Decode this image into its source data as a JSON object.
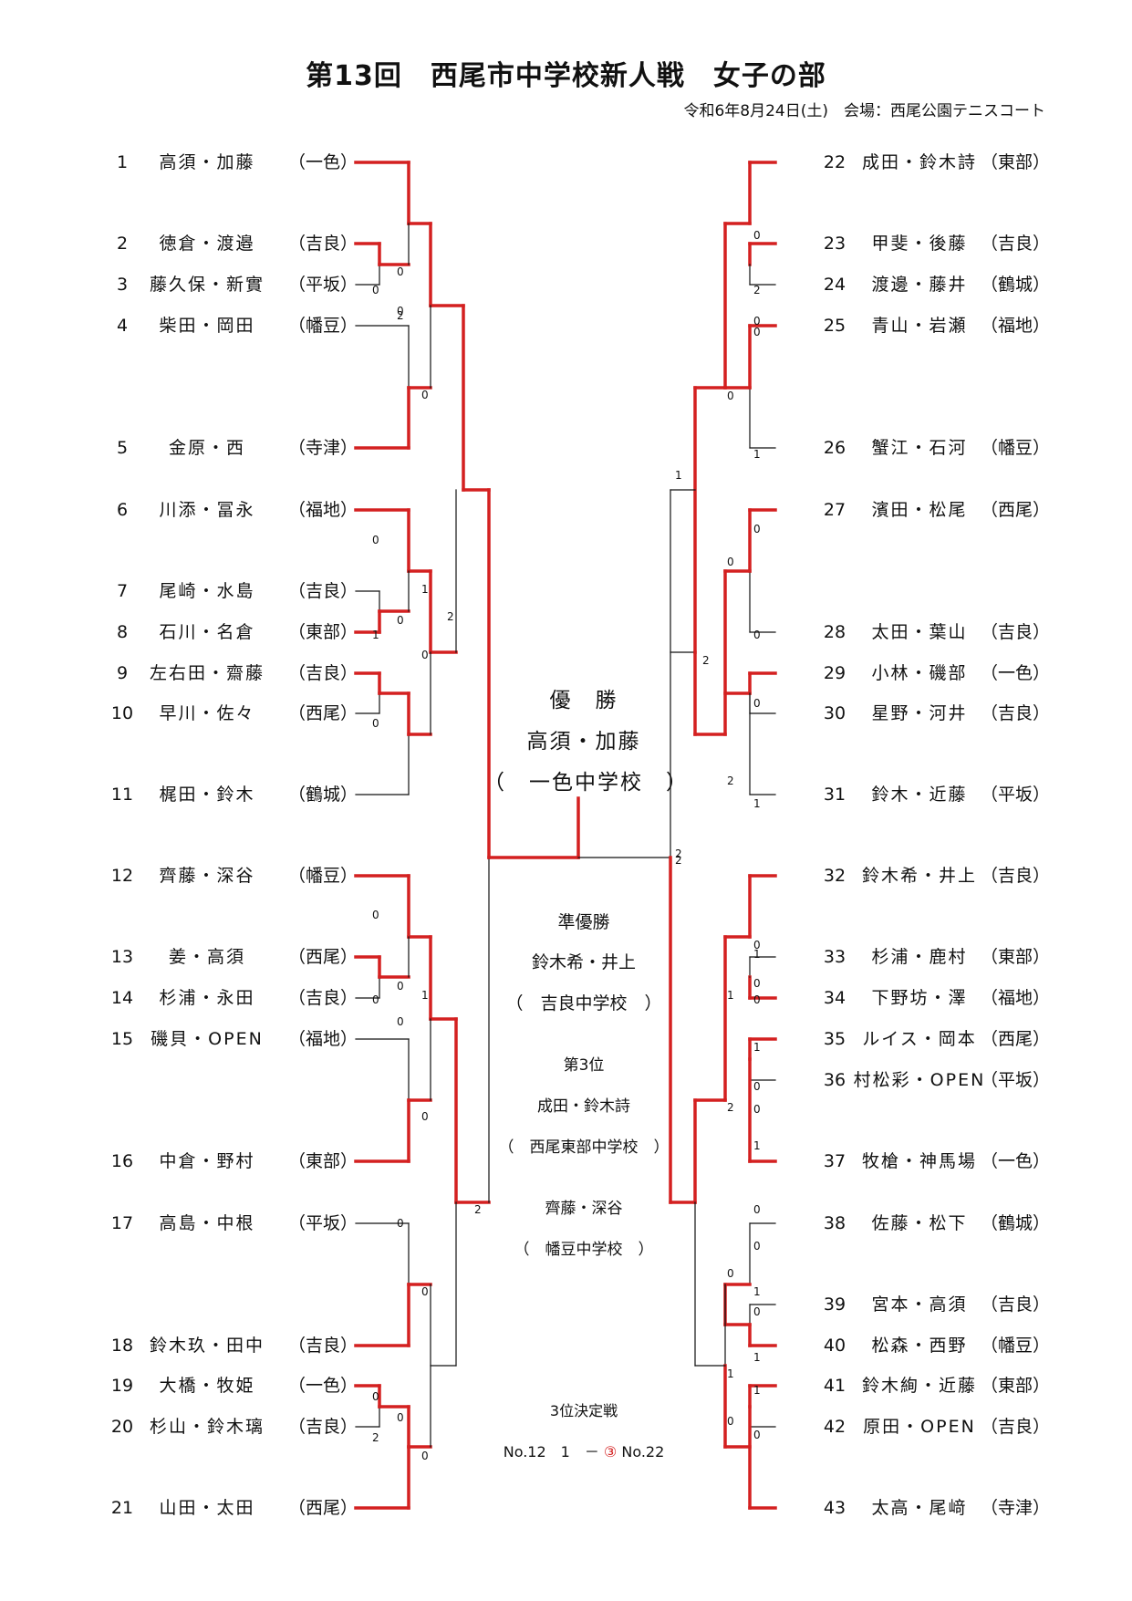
{
  "header": {
    "title": "第13回　西尾市中学校新人戦　女子の部",
    "subtitle": "令和6年8月24日(土)　会場：西尾公園テニスコート"
  },
  "entries": [
    {
      "no": "1",
      "name": "高須・加藤",
      "school": "（一色）"
    },
    {
      "no": "2",
      "name": "徳倉・渡邉",
      "school": "（吉良）"
    },
    {
      "no": "3",
      "name": "藤久保・新實",
      "school": "（平坂）"
    },
    {
      "no": "4",
      "name": "柴田・岡田",
      "school": "（幡豆）"
    },
    {
      "no": "5",
      "name": "金原・西",
      "school": "（寺津）"
    },
    {
      "no": "6",
      "name": "川添・冨永",
      "school": "（福地）"
    },
    {
      "no": "7",
      "name": "尾崎・水島",
      "school": "（吉良）"
    },
    {
      "no": "8",
      "name": "石川・名倉",
      "school": "（東部）"
    },
    {
      "no": "9",
      "name": "左右田・齋藤",
      "school": "（吉良）"
    },
    {
      "no": "10",
      "name": "早川・佐々",
      "school": "（西尾）"
    },
    {
      "no": "11",
      "name": "梶田・鈴木",
      "school": "（鶴城）"
    },
    {
      "no": "12",
      "name": "齊藤・深谷",
      "school": "（幡豆）"
    },
    {
      "no": "13",
      "name": "姜・高須",
      "school": "（西尾）"
    },
    {
      "no": "14",
      "name": "杉浦・永田",
      "school": "（吉良）"
    },
    {
      "no": "15",
      "name": "磯貝・OPEN",
      "school": "（福地）"
    },
    {
      "no": "16",
      "name": "中倉・野村",
      "school": "（東部）"
    },
    {
      "no": "17",
      "name": "高島・中根",
      "school": "（平坂）"
    },
    {
      "no": "18",
      "name": "鈴木玖・田中",
      "school": "（吉良）"
    },
    {
      "no": "19",
      "name": "大橋・牧姫",
      "school": "（一色）"
    },
    {
      "no": "20",
      "name": "杉山・鈴木璃",
      "school": "（吉良）"
    },
    {
      "no": "21",
      "name": "山田・太田",
      "school": "（西尾）"
    },
    {
      "no": "22",
      "name": "成田・鈴木詩",
      "school": "（東部）"
    },
    {
      "no": "23",
      "name": "甲斐・後藤",
      "school": "（吉良）"
    },
    {
      "no": "24",
      "name": "渡邊・藤井",
      "school": "（鶴城）"
    },
    {
      "no": "25",
      "name": "青山・岩瀬",
      "school": "（福地）"
    },
    {
      "no": "26",
      "name": "蟹江・石河",
      "school": "（幡豆）"
    },
    {
      "no": "27",
      "name": "濱田・松尾",
      "school": "（西尾）"
    },
    {
      "no": "28",
      "name": "太田・葉山",
      "school": "（吉良）"
    },
    {
      "no": "29",
      "name": "小林・磯部",
      "school": "（一色）"
    },
    {
      "no": "30",
      "name": "星野・河井",
      "school": "（吉良）"
    },
    {
      "no": "31",
      "name": "鈴木・近藤",
      "school": "（平坂）"
    },
    {
      "no": "32",
      "name": "鈴木希・井上",
      "school": "（吉良）"
    },
    {
      "no": "33",
      "name": "杉浦・鹿村",
      "school": "（東部）"
    },
    {
      "no": "34",
      "name": "下野坊・澤",
      "school": "（福地）"
    },
    {
      "no": "35",
      "name": "ルイス・岡本",
      "school": "（西尾）"
    },
    {
      "no": "36",
      "name": "村松彩・OPEN",
      "school": "（平坂）"
    },
    {
      "no": "37",
      "name": "牧槍・神馬場",
      "school": "（一色）"
    },
    {
      "no": "38",
      "name": "佐藤・松下",
      "school": "（鶴城）"
    },
    {
      "no": "39",
      "name": "宮本・高須",
      "school": "（吉良）"
    },
    {
      "no": "40",
      "name": "松森・西野",
      "school": "（幡豆）"
    },
    {
      "no": "41",
      "name": "鈴木絢・近藤",
      "school": "（東部）"
    },
    {
      "no": "42",
      "name": "原田・OPEN",
      "school": "（吉良）"
    },
    {
      "no": "43",
      "name": "太高・尾﨑",
      "school": "（寺津）"
    }
  ],
  "results": {
    "winner_label": "優　勝",
    "winner_name": "高須・加藤",
    "winner_school": "（　一色中学校　）",
    "runnerup_label": "準優勝",
    "runnerup_name": "鈴木希・井上",
    "runnerup_school": "（　吉良中学校　）",
    "third_label": "第3位",
    "third1_name": "成田・鈴木詩",
    "third1_school": "（　西尾東部中学校　）",
    "third2_name": "齊藤・深谷",
    "third2_school": "（　幡豆中学校　）",
    "playoff_label": "3位決定戦",
    "playoff_left": "No.12　1　－",
    "playoff_circled": "③",
    "playoff_right": "No.22"
  },
  "colors": {
    "winner_line": "#d42020",
    "line": "#111111"
  },
  "scores": [
    "0",
    "0",
    "2",
    "0",
    "0",
    "0",
    "0",
    "1",
    "1",
    "0",
    "0",
    "2",
    "0",
    "0",
    "0",
    "0",
    "0",
    "1",
    "0",
    "0",
    "0",
    "0",
    "2",
    "0",
    "2",
    "1",
    "0",
    "2",
    "0",
    "0",
    "1",
    "0",
    "0",
    "0",
    "2",
    "0",
    "1",
    "0",
    "0",
    "1",
    "1",
    "0",
    "2",
    "0",
    "1",
    "0",
    "0",
    "1",
    "0",
    "1",
    "2",
    "0",
    "0",
    "1",
    "1",
    "0",
    "2",
    "1",
    "0",
    "0",
    "2"
  ]
}
